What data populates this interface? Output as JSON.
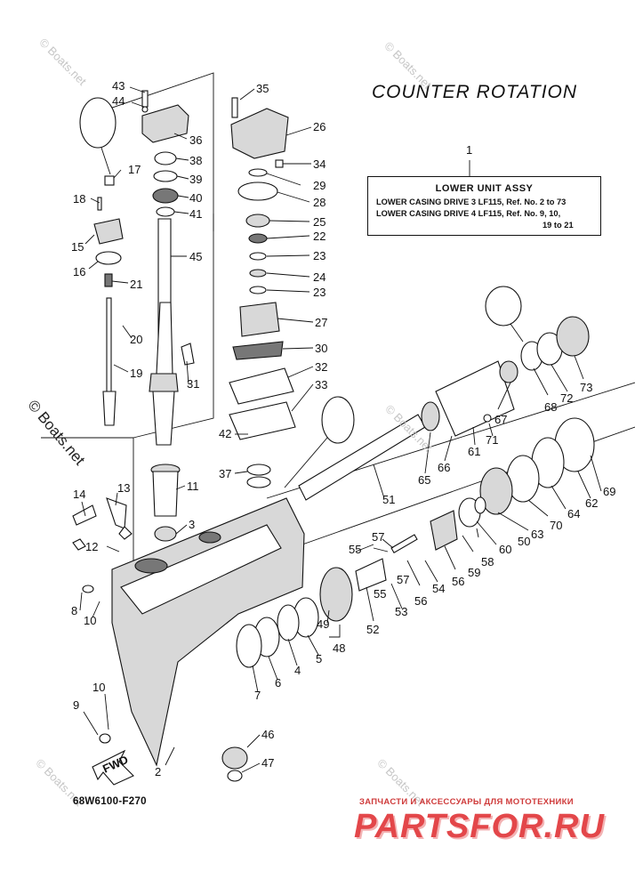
{
  "title": "COUNTER  ROTATION",
  "assembly_box": {
    "ref": "1",
    "title": "LOWER UNIT ASSY",
    "line1": "LOWER CASING DRIVE 3 LF115, Ref. No. 2 to 73",
    "line2": "LOWER CASING DRIVE 4 LF115, Ref. No. 9, 10,",
    "line3": "19 to 21"
  },
  "diagram_code": "68W6100-F270",
  "fwd_label": "FWD",
  "watermark": "© Boats.net",
  "watermark_large": "© Boats.net",
  "brand": {
    "tagline": "ЗАПЧАСТИ И АКСЕССУАРЫ ДЛЯ МОТОТЕХНИКИ",
    "logo": "PARTSFOR.RU"
  },
  "callouts": [
    "43",
    "44",
    "36",
    "38",
    "39",
    "40",
    "41",
    "45",
    "35",
    "26",
    "34",
    "29",
    "28",
    "25",
    "22",
    "23",
    "24",
    "23",
    "27",
    "30",
    "32",
    "33",
    "17",
    "18",
    "15",
    "16",
    "21",
    "20",
    "19",
    "31",
    "42",
    "37",
    "11",
    "3",
    "14",
    "13",
    "12",
    "8",
    "10",
    "9",
    "10",
    "2",
    "46",
    "47",
    "7",
    "6",
    "4",
    "5",
    "49",
    "48",
    "52",
    "53",
    "55",
    "57",
    "57",
    "55",
    "56",
    "54",
    "56",
    "59",
    "58",
    "60",
    "50",
    "63",
    "64",
    "70",
    "62",
    "69",
    "65",
    "66",
    "61",
    "71",
    "51",
    "67",
    "68",
    "72",
    "73"
  ]
}
